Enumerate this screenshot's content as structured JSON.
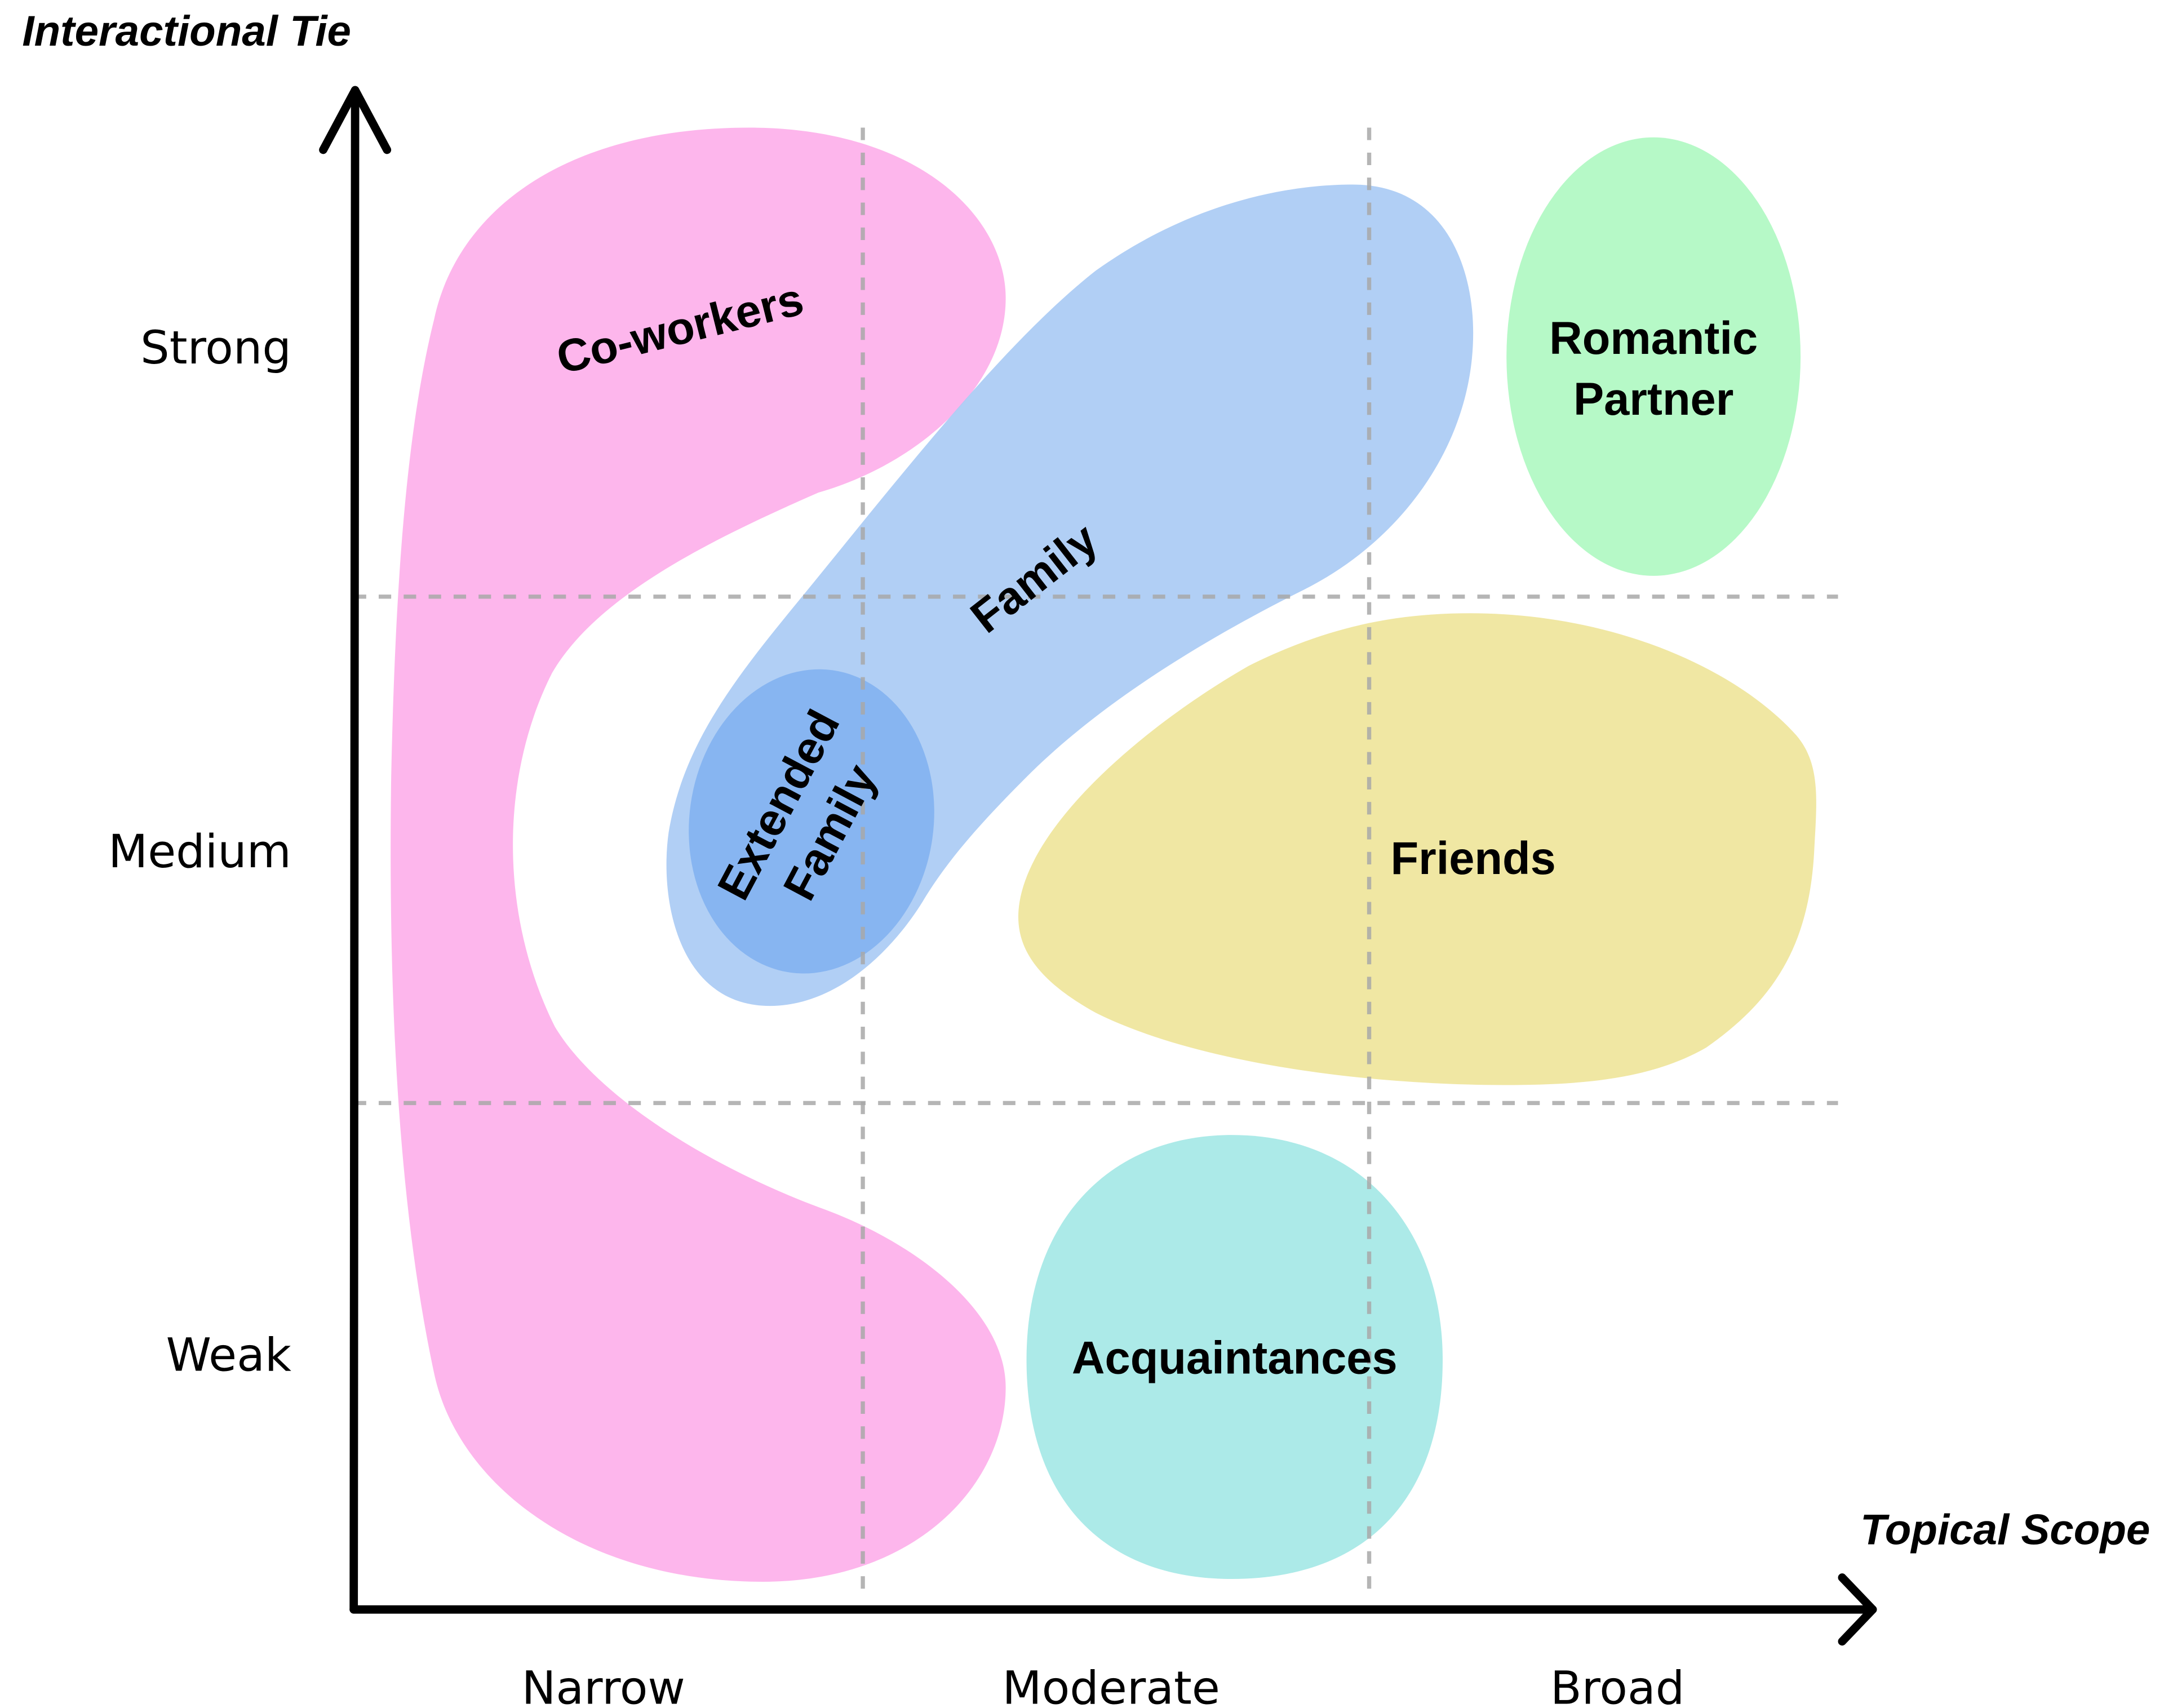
{
  "diagram": {
    "y_axis": {
      "title": "Interactional Tie",
      "levels": [
        "Strong",
        "Medium",
        "Weak"
      ]
    },
    "x_axis": {
      "title": "Topical Scope",
      "levels": [
        "Narrow",
        "Moderate",
        "Broad"
      ]
    },
    "regions": [
      {
        "id": "coworkers",
        "label": "Co-workers",
        "color": "#fdb0ea"
      },
      {
        "id": "family",
        "label": "Family",
        "color": "#aacbf4"
      },
      {
        "id": "extended_family",
        "label_lines": [
          "Extended",
          "Family"
        ],
        "color": "#83b3f0"
      },
      {
        "id": "romantic_partner",
        "label_lines": [
          "Romantic",
          "Partner"
        ],
        "color": "#b0f8c2"
      },
      {
        "id": "friends",
        "label": "Friends",
        "color": "#efe59b"
      },
      {
        "id": "acquaintances",
        "label": "Acquaintances",
        "color": "#a5e8e6"
      }
    ],
    "gridline_color": "#a8a8a8",
    "axis_color": "#000000"
  }
}
